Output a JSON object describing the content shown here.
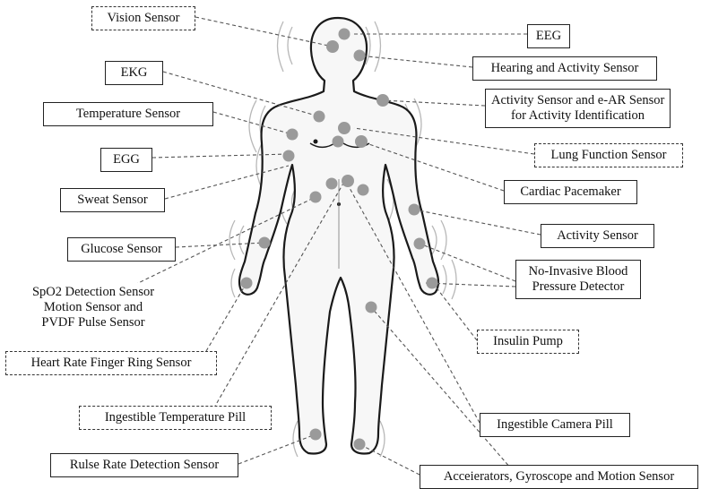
{
  "labels": {
    "vision": "Vision Sensor",
    "eeg": "EEG",
    "hearing": "Hearing and Activity Sensor",
    "ekg": "EKG",
    "activity_ear_1": "Activity Sensor and e-AR Sensor",
    "activity_ear_2": "for Activity Identification",
    "temperature": "Temperature Sensor",
    "lung": "Lung Function Sensor",
    "egg": "EGG",
    "pacemaker": "Cardiac Pacemaker",
    "sweat": "Sweat Sensor",
    "activity": "Activity Sensor",
    "glucose": "Glucose Sensor",
    "bp_1": "No-Invasive Blood",
    "bp_2": "Pressure Detector",
    "spo2_1": "SpO2 Detection Sensor",
    "spo2_2": "Motion Sensor and",
    "spo2_3": "PVDF Pulse Sensor",
    "insulin": "Insulin Pump",
    "finger_ring": "Heart Rate Finger Ring Sensor",
    "temp_pill": "Ingestible Temperature Pill",
    "camera_pill": "Ingestible Camera Pill",
    "pulse_rate": "Rulse Rate Detection Sensor",
    "accel": "Acceierators, Gyroscope and Motion Sensor"
  },
  "colors": {
    "sensor_dot": "#9a9a9a",
    "outline": "#1a1a1a",
    "leader_line": "#555555",
    "wave": "#b8b8b8"
  }
}
